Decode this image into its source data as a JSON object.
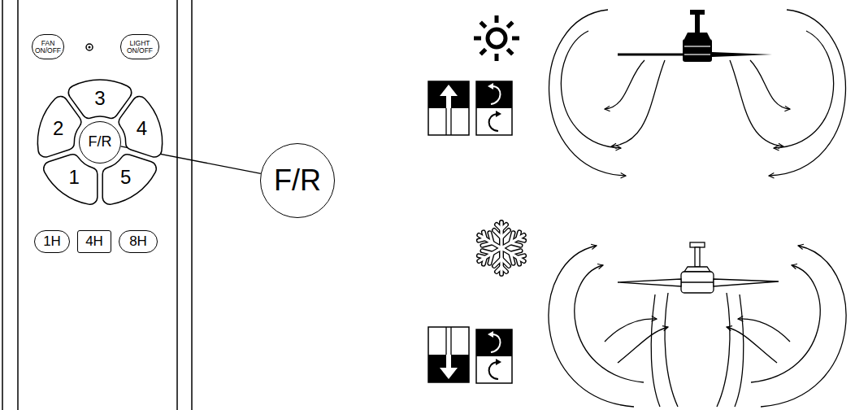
{
  "diagram": {
    "nodes": [
      {
        "text": [
          "FAN ON/OFF"
        ]
      },
      {
        "text": [
          "LIGHT ON/OFF"
        ]
      },
      {
        "text": [
          "3"
        ]
      },
      {
        "text": [
          "2"
        ]
      },
      {
        "text": [
          "F/R"
        ]
      },
      {
        "text": [
          "4"
        ]
      },
      {
        "text": [
          "1"
        ]
      },
      {
        "text": [
          "5"
        ]
      },
      {
        "text": [
          "1H"
        ]
      },
      {
        "text": [
          "4H"
        ]
      },
      {
        "text": [
          "8H"
        ]
      },
      {
        "text": [
          "F/R"
        ]
      }
    ],
    "edges": [
      {
        "from": 4,
        "to": 11,
        "arrow": "none"
      }
    ]
  }
}
